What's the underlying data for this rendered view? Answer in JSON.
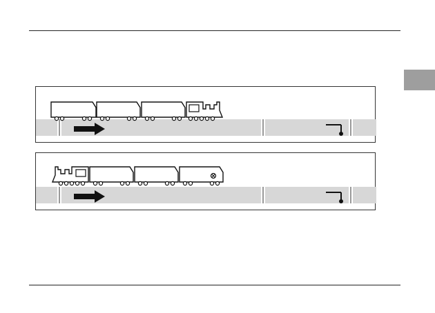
{
  "document": {
    "side_tab_color": "#9e9e9e",
    "track_color": "#d7d7d7"
  },
  "panels": [
    {
      "label": "panel-1",
      "locomotive_side": "right",
      "wagons": 3,
      "marked_wagon": false,
      "direction_arrow": "right"
    },
    {
      "label": "panel-2",
      "locomotive_side": "left",
      "wagons": 3,
      "marked_wagon": true,
      "direction_arrow": "right"
    }
  ]
}
